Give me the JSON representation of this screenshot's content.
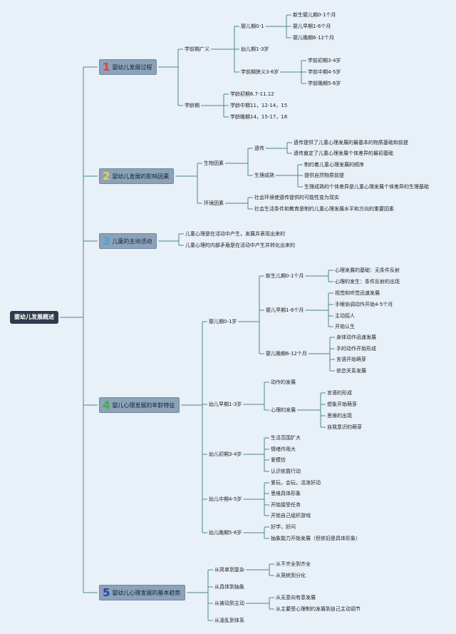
{
  "title": "婴幼儿发展概述",
  "accent_colors": {
    "n1": "#e0403a",
    "n2": "#e8d54a",
    "n3": "#3aa6e0",
    "n4": "#3fae3f",
    "n5": "#2a3fb0"
  },
  "sections": [
    {
      "num": "1",
      "label": "婴幼儿发展过程",
      "children": [
        {
          "label": "学前期广义",
          "children": [
            {
              "label": "婴儿期0-1",
              "children": [
                "新生婴儿期0-1个月",
                "婴儿早期1-6个月",
                "婴儿晚期6-12个月"
              ]
            },
            {
              "label": "幼儿期1-3岁"
            },
            {
              "label": "学前期狭义3-6岁",
              "children": [
                "学前初期3-4岁",
                "学前中期4-5岁",
                "学前晚期5-6岁"
              ]
            }
          ]
        },
        {
          "label": "学龄期",
          "children": [
            "学龄初期6.7-11.12",
            "学龄中期11，12-14，15",
            "学龄晚期14，15-17，18"
          ]
        }
      ]
    },
    {
      "num": "2",
      "label": "婴幼儿发展的影响因素",
      "children": [
        {
          "label": "生物因素",
          "children": [
            {
              "label": "遗传",
              "children": [
                "遗传提供了儿童心理发展的最基本的物质基础和前提",
                "遗传奠定了儿童心理发展个体差异的最初基础"
              ]
            },
            {
              "label": "生理成熟",
              "children": [
                "制约着儿童心理发展的顺序",
                "提供自然物质前提",
                "生理成熟的个体差异是儿童心理发展个体差异的生理基础"
              ]
            }
          ]
        },
        {
          "label": "环境因素",
          "children": [
            "社会环境使遗传提供的可能性变为现实",
            "社会生活条件和教育是制约儿童心理发展水平和方向的重要因素"
          ]
        }
      ]
    },
    {
      "num": "3",
      "label": "儿童的主动活动",
      "children": [
        "儿童心理是在活动中产生，发展并表现出来的",
        "儿童心理的内部矛盾是在活动中产生并转化出来的"
      ]
    },
    {
      "num": "4",
      "label": "婴儿心理发展的年龄特征",
      "children": [
        {
          "label": "婴儿期0-1岁",
          "children": [
            {
              "label": "新生儿期0-1个月",
              "children": [
                "心理发展的基础：无条件反射",
                "心理的发生：条件反射的出现"
              ]
            },
            {
              "label": "婴儿早期1-6个月",
              "children": [
                "视觉和听觉迅速发展",
                "手眼协调动作开始4-5个月",
                "主动招人",
                "开始认生"
              ]
            },
            {
              "label": "婴儿晚期6-12个月",
              "children": [
                "身体动作迅速发展",
                "手的动作开始形成",
                "言语开始萌芽",
                "依恋关系发展"
              ]
            }
          ]
        },
        {
          "label": "幼儿早期1-3岁",
          "children": [
            {
              "label": "动作的发展"
            },
            {
              "label": "心理的发展",
              "children": [
                "言语的形成",
                "想象开始萌芽",
                "思维的出现",
                "自我意识的萌芽"
              ]
            }
          ]
        },
        {
          "label": "幼儿初期3-4岁",
          "children": [
            "生活范围扩大",
            "情绪作用大",
            "爱模仿",
            "认识依靠行动"
          ]
        },
        {
          "label": "幼儿中期4-5岁",
          "children": [
            "爱玩，会玩，活泼好动",
            "思维具体形象",
            "开始接受任务",
            "开始自己组织游戏"
          ]
        },
        {
          "label": "幼儿晚期5-6岁",
          "children": [
            "好学，好问",
            "抽象能力开始发展（但依旧是具体形象）"
          ]
        }
      ]
    },
    {
      "num": "5",
      "label": "婴幼儿心理发展的基本趋势",
      "children": [
        {
          "label": "从简单到复杂",
          "children": [
            "从不齐全到齐全",
            "从笼统到分化"
          ]
        },
        {
          "label": "从具体到抽象"
        },
        {
          "label": "从被动到主动",
          "children": [
            "从无意向有意发展",
            "从主要受心理制约发展到自己主动调节"
          ]
        },
        {
          "label": "从凌乱到体系"
        }
      ]
    }
  ]
}
